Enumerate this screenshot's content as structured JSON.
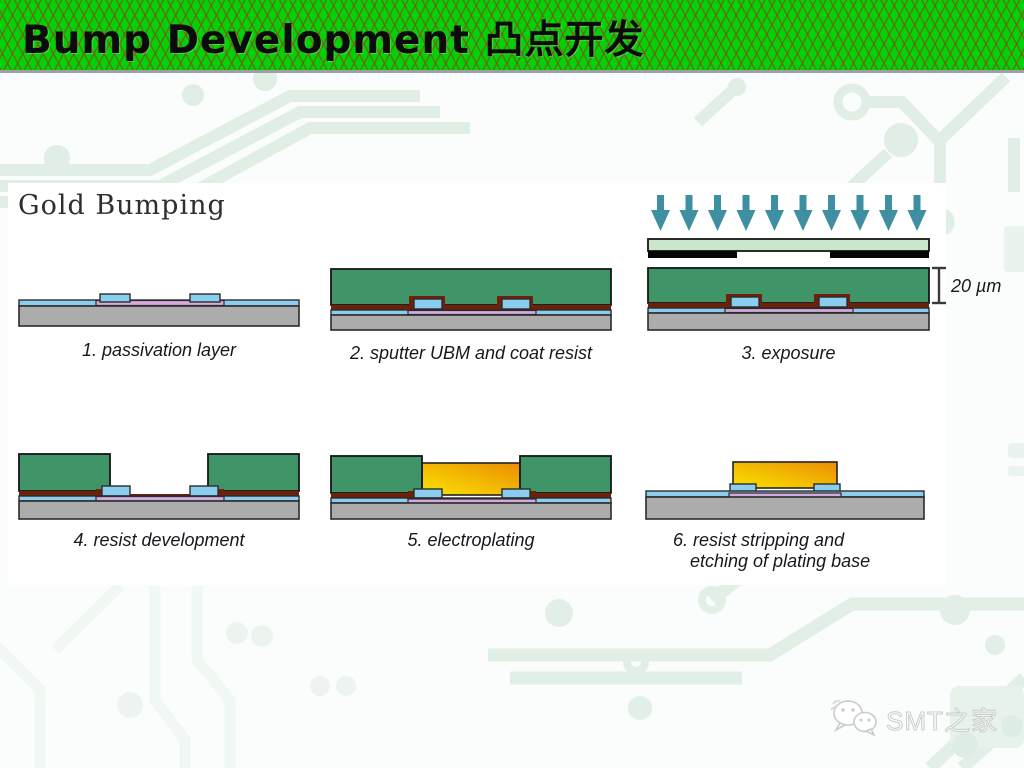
{
  "header": {
    "title": "Bump Development 凸点开发",
    "bg_color": "#00d307",
    "hatch_color": "#963e12"
  },
  "diagram": {
    "title": "Gold Bumping",
    "annotation": "20 µm",
    "uv_arrow_count": 10,
    "steps": [
      {
        "label": "1. passivation layer"
      },
      {
        "label": "2. sputter UBM and coat resist"
      },
      {
        "label": "3. exposure"
      },
      {
        "label": "4. resist development"
      },
      {
        "label": "5. electroplating"
      },
      {
        "label": "6. resist stripping and",
        "label2": "etching of plating base"
      }
    ],
    "colors": {
      "substrate": "#acacac",
      "passivation": "#8bcdef",
      "bond_pad": "#d2abdc",
      "resist": "#3f9468",
      "ubm": "#6e2009",
      "gold_light": "#f9e400",
      "gold_dark": "#ec8d04",
      "mask_glass": "#cbe7cb",
      "mask_chrome": "#050505",
      "uv_arrow": "#3e8fa2"
    }
  },
  "watermark": {
    "label": "SMT之家",
    "icon": "wechat-chat-bubbles-icon"
  }
}
